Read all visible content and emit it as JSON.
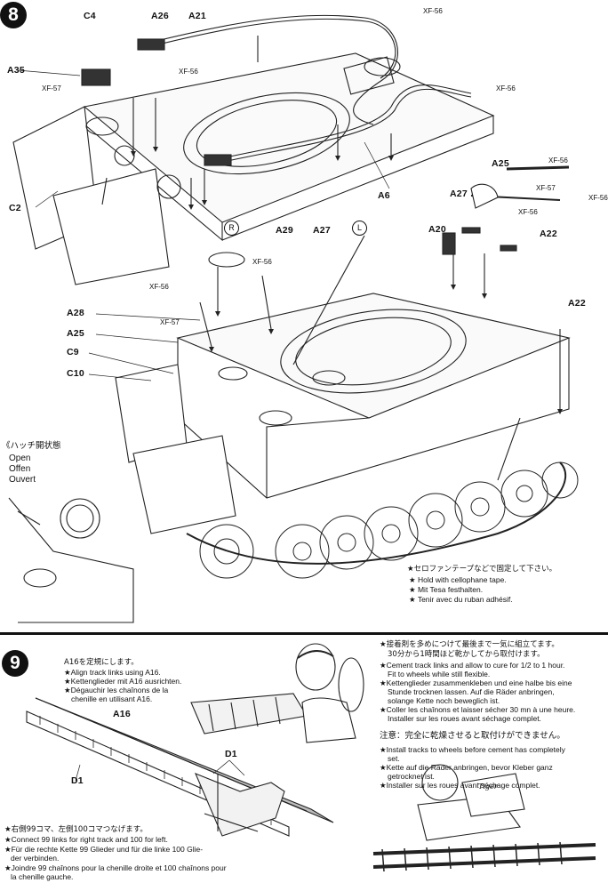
{
  "step8": {
    "number": "8",
    "labels": {
      "c4": "C4",
      "a26": "A26",
      "a21": "A21",
      "a35": "A35",
      "c2": "C2",
      "a6": "A6",
      "a25_top": "A25",
      "a27_top": "A27",
      "a20": "A20",
      "a22a": "A22",
      "a22b": "A22",
      "a29": "A29",
      "a27_mid": "A27",
      "a28": "A28",
      "a25_mid": "A25",
      "c9": "C9",
      "c10": "C10",
      "r": "R",
      "l": "L"
    },
    "paints": {
      "xf56_a": "XF-56",
      "xf56_b": "XF-56",
      "xf57_a": "XF-57",
      "xf56_c": "XF-56",
      "xf57_b": "XF-57",
      "xf56_d": "XF-56",
      "xf56_e": "XF-56",
      "xf56_f": "XF-56",
      "xf56_g": "XF-56",
      "xf57_c": "XF-57",
      "xf56_h": "XF-56"
    },
    "hatch": {
      "jp": "《ハッチ開状態",
      "en": "Open",
      "de": "Offen",
      "fr": "Ouvert"
    },
    "tape_note": {
      "jp": "★セロファンテープなどで固定して下さい。",
      "en": "★ Hold with cellophane tape.",
      "de": "★ Mit Tesa festhalten.",
      "fr": "★ Tenir avec du ruban adhésif."
    }
  },
  "step9": {
    "number": "9",
    "align": {
      "jp": "A16を定規にします。",
      "en": "★Align track links using A16.",
      "de": "★Kettenglieder mit A16 ausrichten.",
      "fr1": "★Dégauchir les chaînons de la",
      "fr2": "chenille en utilisant A16."
    },
    "labels": {
      "a16": "A16",
      "d1_right": "D1",
      "d1_left": "D1"
    },
    "links_note": {
      "jp": "★右側99コマ、左側100コマつなげます。",
      "en": "★Connect 99 links for right track and 100 for left.",
      "de1": "★Für die rechte Kette 99 Glieder und für die linke 100 Glie-",
      "de2": "der verbinden.",
      "fr1": "★Joindre 99 chaînons pour la chenille droite et 100 chaînons pour",
      "fr2": "la chenille gauche."
    },
    "cement_note": {
      "jp1": "★接着剤を多めにつけて最後まで一気に組立てます。",
      "jp2": "30分から1時間ほど乾かしてから取付けます。",
      "en1": "★Cement track links and allow to cure for 1/2 to 1 hour.",
      "en2": "Fit to wheels while still flexible.",
      "de1": "★Kettenglieder zusammenkleben und eine halbe bis eine",
      "de2": "Stunde trocknen lassen. Auf die Räder anbringen,",
      "de3": "solange Kette noch beweglich ist.",
      "fr1": "★Coller les chaînons et laisser sécher 30 mn à une heure.",
      "fr2": "Installer sur les roues avant séchage complet."
    },
    "caution_note": {
      "jp": "注意：完全に乾燥させると取付けができません。",
      "en1": "★Install tracks to wheels before cement has completely",
      "en2": "set.",
      "de1": "★Kette auf die Räder anbringen, bevor Kleber ganz",
      "de2": "getrocknet ist.",
      "fr": "★Installer sur les roues avant séchage complet."
    },
    "book_text": "Tiger"
  }
}
